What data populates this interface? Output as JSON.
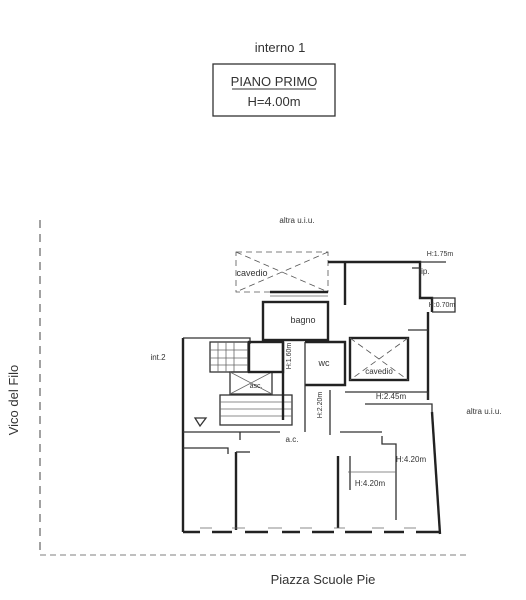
{
  "header": {
    "unit_label": "interno 1",
    "floor_title": "PIANO PRIMO",
    "height_label": "H=4.00m"
  },
  "labels": {
    "altra_top": "altra u.i.u.",
    "altra_right": "altra u.i.u.",
    "cavedio_top": "cavedio",
    "cavedio_mid": "cavedio",
    "bagno": "bagno",
    "wc": "wc",
    "asc": "asc.",
    "ac": "a.c.",
    "int2": "int.2",
    "rip": "rip.",
    "h175": "H:1.75m",
    "h070": "H:0.70m",
    "h160": "H:1.60m",
    "h220": "H:2.20m",
    "h245": "H:2.45m",
    "h420a": "H:4.20m",
    "h420b": "H:4.20m",
    "street_left": "Vico del Filo",
    "street_bottom": "Piazza Scuole Pie"
  }
}
